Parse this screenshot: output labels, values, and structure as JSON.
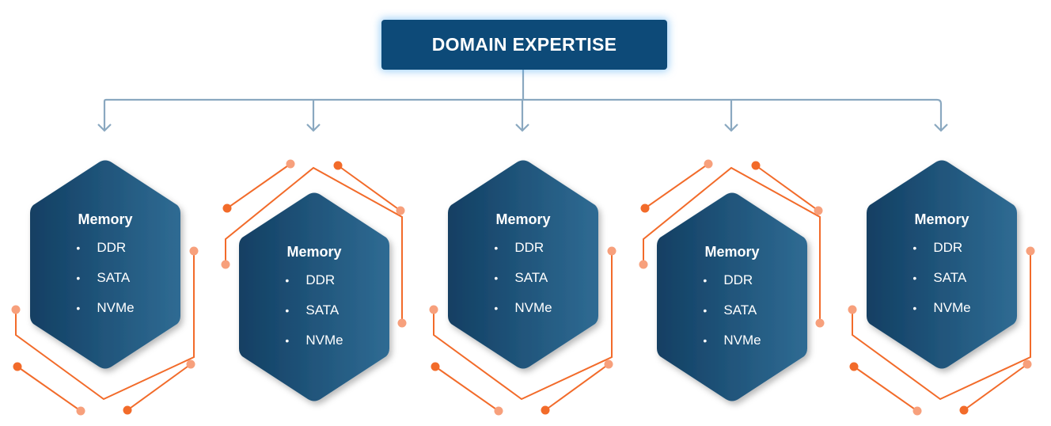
{
  "title": "DOMAIN EXPERTISE",
  "colors": {
    "title_bg": "#0d4a78",
    "title_glow": "#50aaf0",
    "connector": "#8aa8c0",
    "hex_dark": "#123f63",
    "hex_light": "#2f6b93",
    "circuit_dark": "#f26b2a",
    "circuit_light": "#f7a07c"
  },
  "cards": [
    {
      "heading": "Memory",
      "items": [
        "DDR",
        "SATA",
        "NVMe"
      ]
    },
    {
      "heading": "Memory",
      "items": [
        "DDR",
        "SATA",
        "NVMe"
      ]
    },
    {
      "heading": "Memory",
      "items": [
        "DDR",
        "SATA",
        "NVMe"
      ]
    },
    {
      "heading": "Memory",
      "items": [
        "DDR",
        "SATA",
        "NVMe"
      ]
    },
    {
      "heading": "Memory",
      "items": [
        "DDR",
        "SATA",
        "NVMe"
      ]
    }
  ],
  "bullet_glyph": "•"
}
